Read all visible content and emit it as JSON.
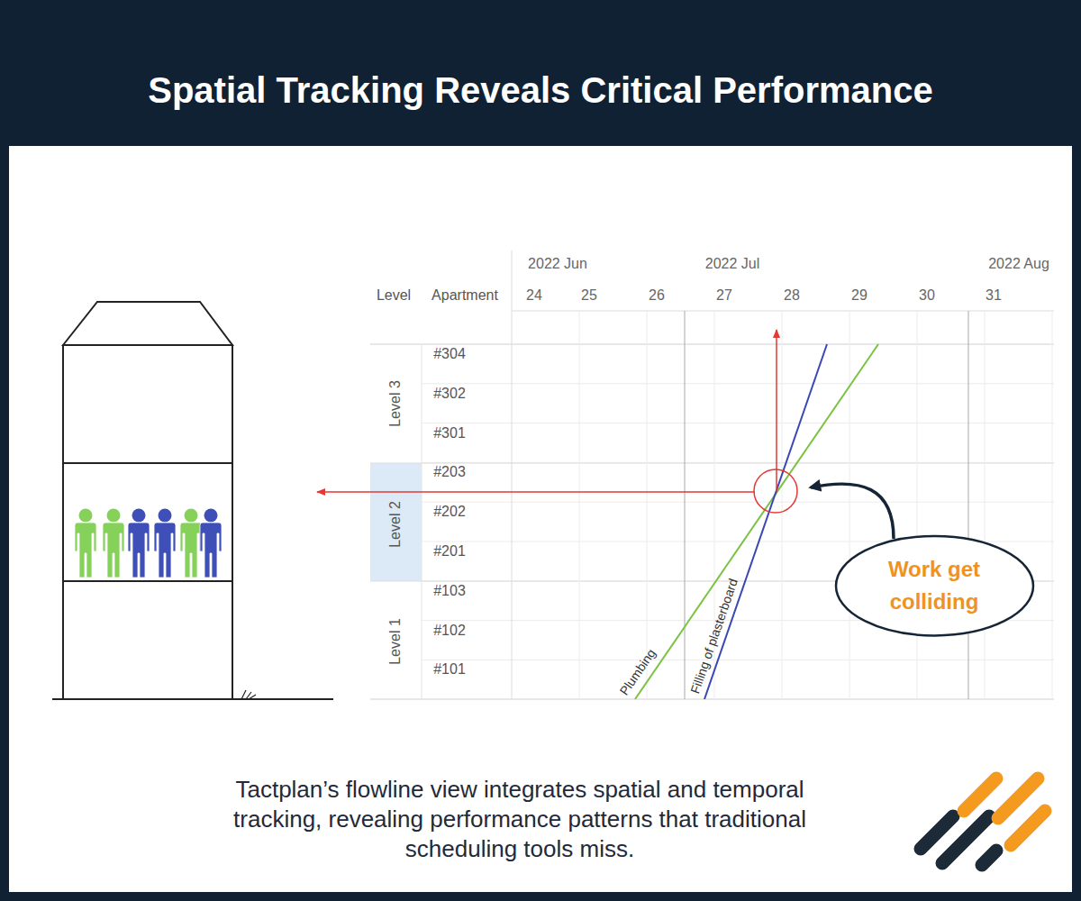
{
  "diagram": {
    "title": "Spatial Tracking Reveals Critical Performance",
    "caption": "Tactplan’s flowline view integrates spatial and temporal tracking, revealing performance patterns that traditional scheduling tools miss.",
    "nodes": [
      {
        "text": [
          "Work get colliding"
        ]
      }
    ],
    "labels": [
      "2022 Jun",
      "2022 Jul",
      "2022 Aug",
      "Level",
      "Apartment",
      "24",
      "25",
      "26",
      "27",
      "28",
      "29",
      "30",
      "31",
      "Level 3",
      "Level 2",
      "Level 1",
      "#304",
      "#302",
      "#301",
      "#203",
      "#202",
      "#201",
      "#103",
      "#102",
      "#101",
      "Plumbing",
      "Filling of plasterboard"
    ]
  }
}
